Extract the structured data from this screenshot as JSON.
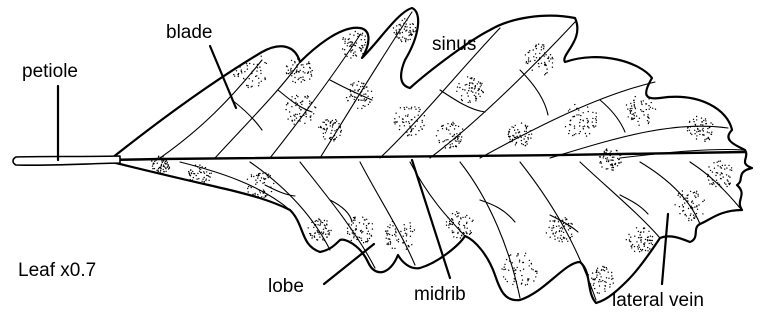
{
  "labels": {
    "petiole": "petiole",
    "blade": "blade",
    "sinus": "sinus",
    "lobe": "lobe",
    "midrib": "midrib",
    "lateral_vein": "lateral vein",
    "caption": "Leaf x0.7"
  },
  "colors": {
    "ink": "#000000",
    "background": "#ffffff"
  }
}
